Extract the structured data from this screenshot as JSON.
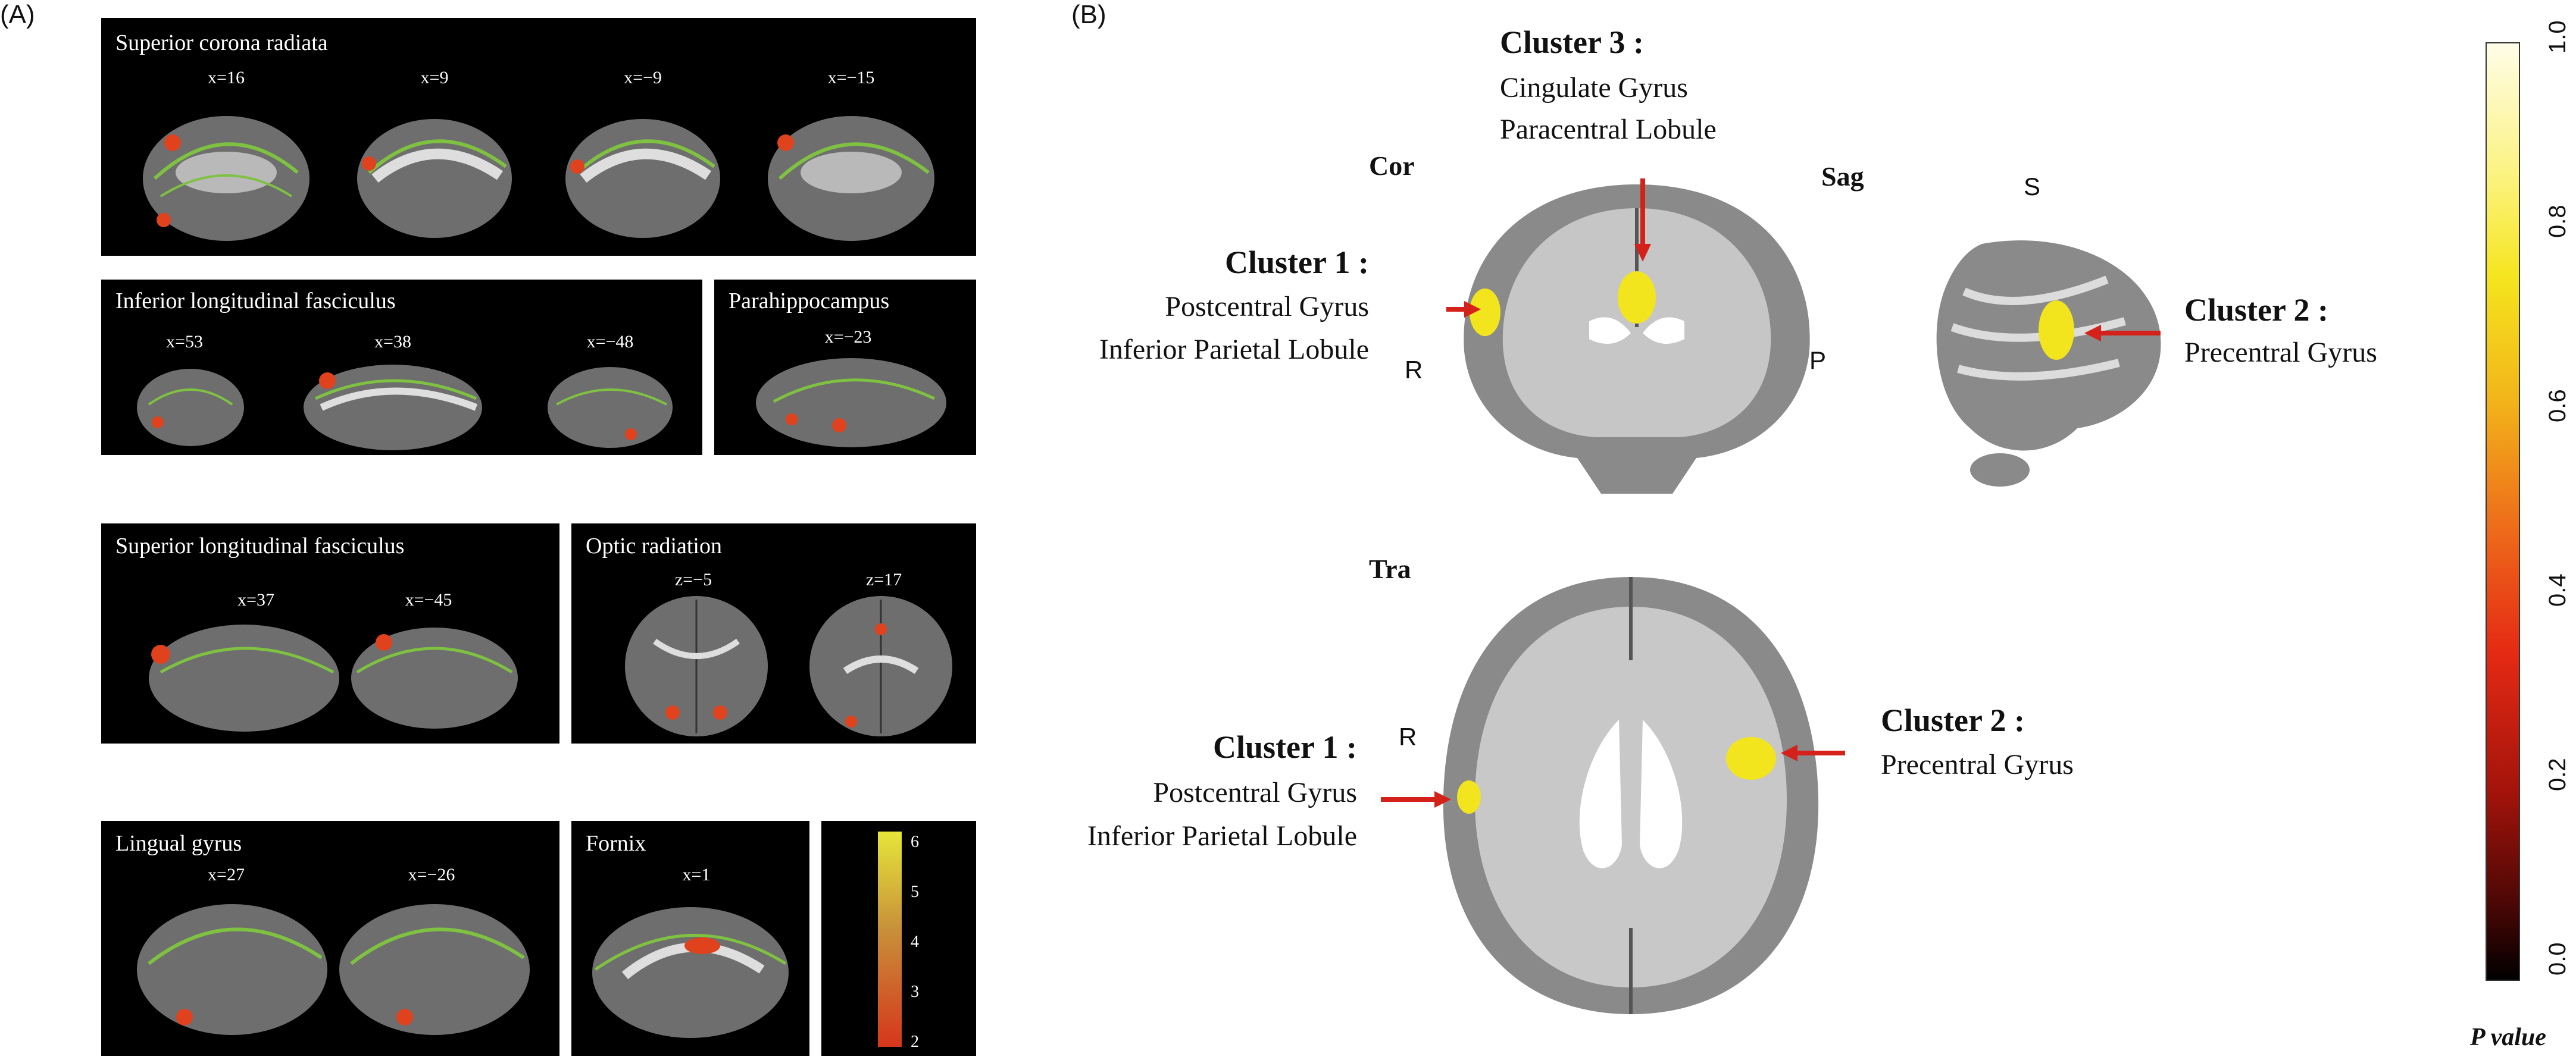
{
  "panel_a": {
    "label": "(A)",
    "rows": [
      {
        "title": "Superior corona radiata",
        "coords": [
          "x=16",
          "x=9",
          "x=−9",
          "x=−15"
        ]
      },
      {
        "title": "Inferior longitudinal fasciculus",
        "coords": [
          "x=53",
          "x=38",
          "x=−48"
        ]
      },
      {
        "title": "Parahippocampus",
        "coords": [
          "x=−23"
        ]
      },
      {
        "title": "Superior longitudinal fasciculus",
        "coords": [
          "x=37",
          "x=−45"
        ]
      },
      {
        "title": "Optic radiation",
        "coords": [
          "z=−5",
          "z=17"
        ]
      },
      {
        "title": "Lingual gyrus",
        "coords": [
          "x=27",
          "x=−26"
        ]
      },
      {
        "title": "Fornix",
        "coords": [
          "x=1"
        ]
      }
    ],
    "colorbar_ticks": [
      "6",
      "5",
      "4",
      "3",
      "2"
    ]
  },
  "panel_b": {
    "label": "(B)",
    "view_cor": "Cor",
    "view_sag": "Sag",
    "view_tra": "Tra",
    "orient_r_cor": "R",
    "orient_p": "P",
    "orient_s": "S",
    "orient_r_tra": "R",
    "cluster3_title": "Cluster 3 :",
    "cluster3_l1": "Cingulate Gyrus",
    "cluster3_l2": "Paracentral Lobule",
    "cluster1_title": "Cluster 1 :",
    "cluster1_l1": "Postcentral Gyrus",
    "cluster1_l2": "Inferior Parietal Lobule",
    "cluster2_title": "Cluster 2 :",
    "cluster2_l1": "Precentral Gyrus",
    "cluster1b_title": "Cluster 1 :",
    "cluster1b_l1": "Postcentral Gyrus",
    "cluster1b_l2": "Inferior Parietal Lobule",
    "cluster2b_title": "Cluster 2 :",
    "cluster2b_l1": "Precentral Gyrus",
    "colorbar_ticks": [
      "1.0",
      "0.8",
      "0.6",
      "0.4",
      "0.2",
      "0.0"
    ],
    "colorbar_label": "P value"
  }
}
